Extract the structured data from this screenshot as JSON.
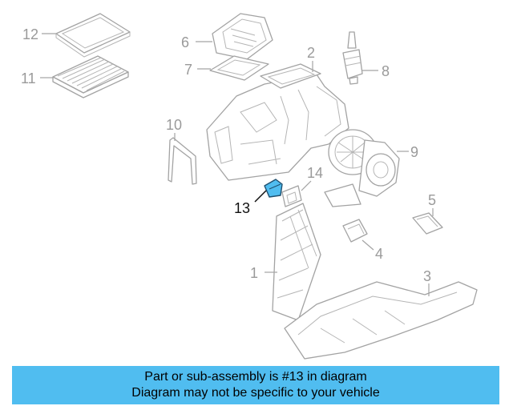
{
  "diagram": {
    "highlight_color": "#50bdf0",
    "callouts": {
      "p1": "1",
      "p2": "2",
      "p3": "3",
      "p4": "4",
      "p5": "5",
      "p6": "6",
      "p7": "7",
      "p8": "8",
      "p9": "9",
      "p10": "10",
      "p11": "11",
      "p12": "12",
      "p13": "13",
      "p14": "14"
    }
  },
  "banner": {
    "line1": "Part or sub-assembly is #13 in diagram",
    "line2": "Diagram may not be specific to your vehicle",
    "background": "#50bdf0"
  }
}
